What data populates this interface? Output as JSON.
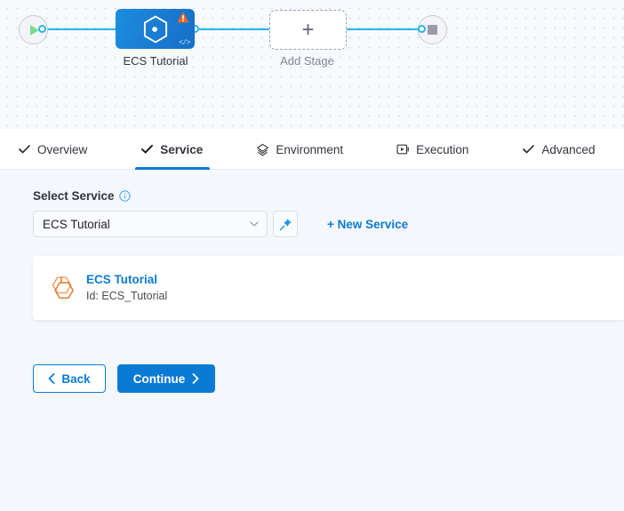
{
  "canvas": {
    "start_node": {
      "icon": "play-icon",
      "name": "pipeline-start-node"
    },
    "end_node": {
      "icon": "stop-icon",
      "name": "pipeline-end-node"
    },
    "stage": {
      "label": "ECS Tutorial",
      "icon": "service-hexagon-icon",
      "status_icon": "warning-triangle-icon",
      "code_icon": "code-brackets-icon"
    },
    "add_stage": {
      "label": "Add Stage",
      "icon": "plus-icon"
    },
    "accent_edge_color": "#29b5e8",
    "stage_color": "#1b7fd4",
    "warning_color": "#f26722"
  },
  "tabs": [
    {
      "label": "Overview",
      "icon": "check-icon",
      "active": false
    },
    {
      "label": "Service",
      "icon": "check-icon",
      "active": true
    },
    {
      "label": "Environment",
      "icon": "layers-icon",
      "active": false
    },
    {
      "label": "Execution",
      "icon": "play-box-icon",
      "active": false
    },
    {
      "label": "Advanced",
      "icon": "check-icon",
      "active": false
    }
  ],
  "form": {
    "select_service_label": "Select Service",
    "info_icon": "info-icon",
    "select": {
      "value": "ECS Tutorial",
      "placeholder": "Select Service",
      "chevron_icon": "chevron-down-icon"
    },
    "pin_button": {
      "icon": "pin-icon"
    },
    "new_service_link": "+ New Service"
  },
  "service_card": {
    "icon": "service-hexagon-icon",
    "name": "ECS Tutorial",
    "id": "Id: ECS_Tutorial"
  },
  "footer": {
    "back_label": "Back",
    "back_icon": "chevron-left-icon",
    "continue_label": "Continue",
    "continue_icon": "chevron-right-icon"
  },
  "colors": {
    "primary": "#0b7ad4",
    "link": "#0b7ad4",
    "edge": "#29b5e8",
    "warning": "#f26722",
    "card_bg": "#ffffff",
    "page_bg": "#f4f8fc"
  }
}
